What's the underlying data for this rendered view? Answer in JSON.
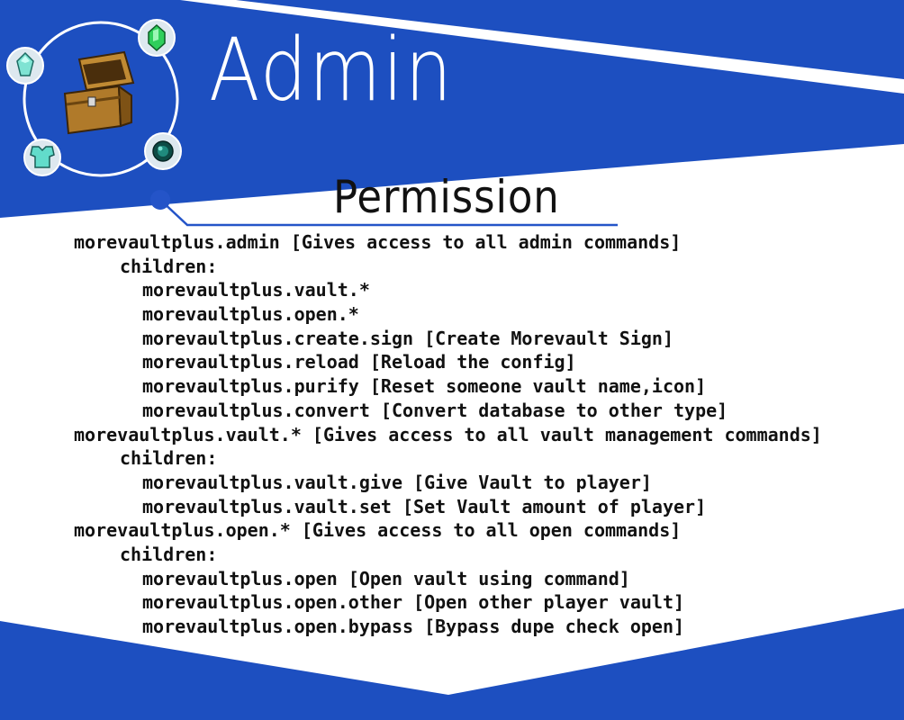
{
  "header": {
    "title": "Admin",
    "subtitle": "Permission"
  },
  "icons": {
    "center": "treasure-chest-icon",
    "orbit": [
      "diamond-icon",
      "emerald-icon",
      "diamond-chestplate-icon",
      "ender-pearl-icon"
    ]
  },
  "colors": {
    "brand_blue": "#1d4fc0",
    "accent_blue": "#2454c8",
    "text": "#111111",
    "title_white": "#ffffff"
  },
  "permissions": [
    {
      "level": 0,
      "text": "morevaultplus.admin [Gives access to all admin commands]"
    },
    {
      "level": 1,
      "text": "children:"
    },
    {
      "level": 2,
      "text": "morevaultplus.vault.*"
    },
    {
      "level": 2,
      "text": "morevaultplus.open.*"
    },
    {
      "level": 2,
      "text": "morevaultplus.create.sign [Create Morevault Sign]"
    },
    {
      "level": 2,
      "text": "morevaultplus.reload [Reload the config]"
    },
    {
      "level": 2,
      "text": "morevaultplus.purify [Reset someone vault name,icon]"
    },
    {
      "level": 2,
      "text": "morevaultplus.convert [Convert database to other type]"
    },
    {
      "level": 0,
      "text": "morevaultplus.vault.* [Gives access to all vault management commands]"
    },
    {
      "level": 1,
      "text": "children:"
    },
    {
      "level": 2,
      "text": "morevaultplus.vault.give [Give Vault to player]"
    },
    {
      "level": 2,
      "text": "morevaultplus.vault.set [Set Vault amount of player]"
    },
    {
      "level": 0,
      "text": "morevaultplus.open.* [Gives access to all open commands]"
    },
    {
      "level": 1,
      "text": "children:"
    },
    {
      "level": 2,
      "text": "morevaultplus.open [Open vault using command]"
    },
    {
      "level": 2,
      "text": "morevaultplus.open.other [Open other player vault]"
    },
    {
      "level": 2,
      "text": "morevaultplus.open.bypass [Bypass dupe check open]"
    }
  ]
}
